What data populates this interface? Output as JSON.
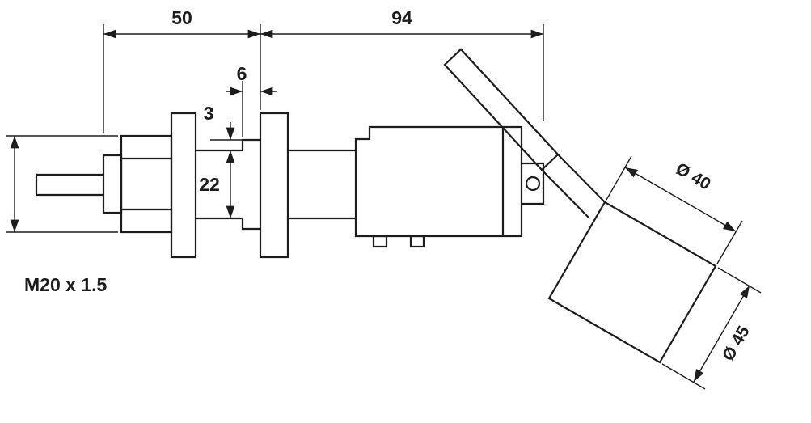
{
  "drawing": {
    "labels": {
      "dim_50": "50",
      "dim_94": "94",
      "dim_6": "6",
      "dim_3": "3",
      "dim_22": "22",
      "thread": "M20 x 1.5",
      "float_dia_40": "Ø 40",
      "float_dia_45": "Ø 45"
    },
    "colors": {
      "line": "#1c1c1c",
      "background": "#ffffff"
    }
  }
}
